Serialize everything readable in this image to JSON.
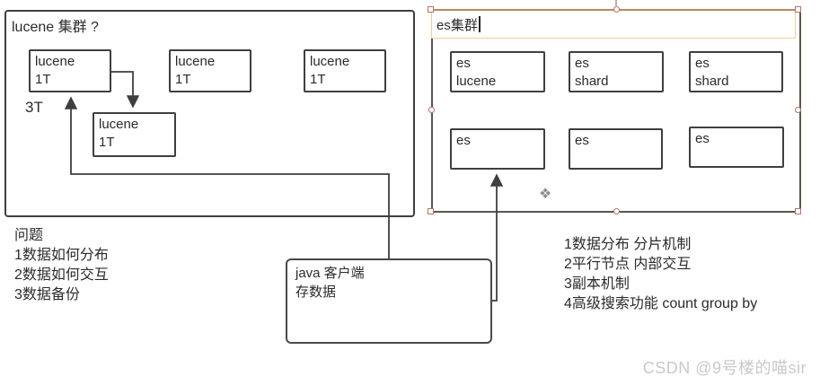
{
  "lucene_panel": {
    "title": "lucene 集群 ?",
    "capacity_label": "3T",
    "node1": {
      "line1": "lucene",
      "line2": "1T"
    },
    "node2": {
      "line1": "lucene",
      "line2": "1T"
    },
    "node3": {
      "line1": "lucene",
      "line2": "1T"
    },
    "node4": {
      "line1": "lucene",
      "line2": "1T"
    }
  },
  "es_panel": {
    "title_value": "es集群",
    "node1": {
      "line1": "es",
      "line2": "lucene"
    },
    "node2": {
      "line1": "es",
      "line2": "shard"
    },
    "node3": {
      "line1": "es",
      "line2": "shard"
    },
    "node4": {
      "line1": "es"
    },
    "node5": {
      "line1": "es"
    },
    "node6": {
      "line1": "es"
    }
  },
  "client_box": {
    "line1": "java 客户端",
    "line2": "存数据"
  },
  "notes_left": {
    "title": "问题",
    "items": [
      "1数据如何分布",
      "2数据如何交互",
      "3数据备份"
    ]
  },
  "notes_right": {
    "items": [
      "1数据分布 分片机制",
      "2平行节点 内部交互",
      "3副本机制",
      "4高级搜索功能 count group by"
    ]
  },
  "watermark": "CSDN @9号楼的喵sir",
  "icons": {
    "move_icon": "❖"
  },
  "colors": {
    "stroke": "#3f3f3f",
    "selection_handle": "#b0756b",
    "textfield_border": "#f0cfa2",
    "textfield_top_border": "#b98a5e",
    "watermark": "#c9c9c9"
  }
}
